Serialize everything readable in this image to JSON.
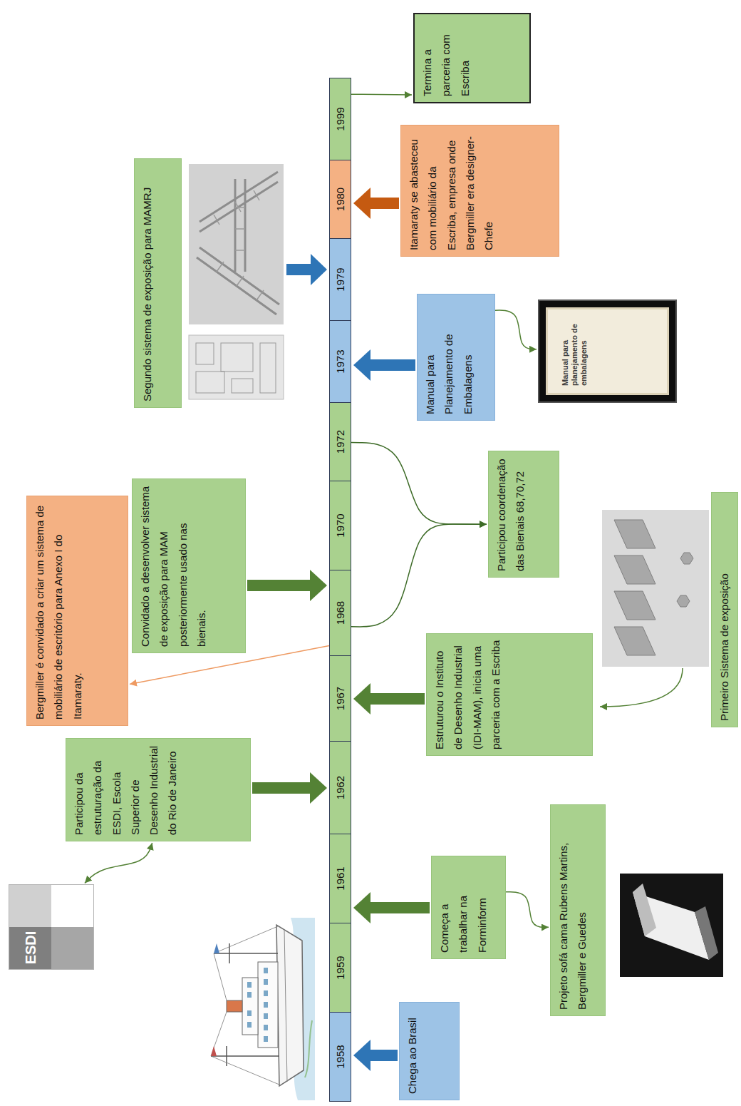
{
  "diagram": {
    "nodes": [
      {
        "text": [
          "1958"
        ]
      },
      {
        "text": [
          "1959"
        ]
      },
      {
        "text": [
          "1961"
        ]
      },
      {
        "text": [
          "1962"
        ]
      },
      {
        "text": [
          "1967"
        ]
      },
      {
        "text": [
          "1968"
        ]
      },
      {
        "text": [
          "1970"
        ]
      },
      {
        "text": [
          "1972"
        ]
      },
      {
        "text": [
          "1973"
        ]
      },
      {
        "text": [
          "1979"
        ]
      },
      {
        "text": [
          "1980"
        ]
      },
      {
        "text": [
          "1999"
        ]
      },
      {
        "text": [
          "Chega ao Brasil"
        ]
      },
      {
        "text": [
          "Começa a trabalhar na Forminform"
        ]
      },
      {
        "text": [
          "Projeto sofá cama Rubens Martins, Bergmiller e Guedes"
        ]
      },
      {
        "text": [
          "ESDI"
        ]
      },
      {
        "text": [
          "Participou da estruturação da ESDI, Escola Superior de Desenho Industrial do Rio de Janeiro"
        ]
      },
      {
        "text": [
          "Estruturou o Instituto de Desenho Industrial (IDI-MAM), inicia uma parceria com a Escriba"
        ]
      },
      {
        "text": [
          "Primeiro Sistema de exposição"
        ]
      },
      {
        "text": [
          "Bergmiller é convidado a criar um sistema de mobiliário de escritório para Anexo I do Itamaraty."
        ]
      },
      {
        "text": [
          "Convidado a desenvolver sistema de exposição para MAM posteriormente usado nas bienais."
        ]
      },
      {
        "text": [
          "Participou coordenação das Bienais 68,70,72"
        ]
      },
      {
        "text": [
          "Manual para Planejamento de Embalagens"
        ]
      },
      {
        "text": [
          "Manual para planejamento de embalagens"
        ]
      },
      {
        "text": [
          "Segundo sistema de exposição para MAMRJ"
        ]
      },
      {
        "text": [
          "Itamaraty se abasteceu com mobiliário da Escriba, empresa onde Bergmiller era designer-Chefe"
        ]
      },
      {
        "text": [
          "Termina a parceria com Escriba"
        ]
      }
    ],
    "edges": [
      {
        "from": 12,
        "to": 0,
        "arrow": "to"
      },
      {
        "from": 13,
        "to": 2,
        "arrow": "to"
      },
      {
        "from": 13,
        "to": 14,
        "arrow": "to"
      },
      {
        "from": 16,
        "to": 3,
        "arrow": "to"
      },
      {
        "from": 16,
        "to": 15,
        "arrow": "both"
      },
      {
        "from": 17,
        "to": 4,
        "arrow": "to"
      },
      {
        "from": 5,
        "to": 19,
        "arrow": "to"
      },
      {
        "from": 20,
        "to": 5,
        "arrow": "to"
      },
      {
        "from": 5,
        "to": 21,
        "arrow": "to"
      },
      {
        "from": 7,
        "to": 21,
        "arrow": "to"
      },
      {
        "from": 22,
        "to": 8,
        "arrow": "to"
      },
      {
        "from": 22,
        "to": 23,
        "arrow": "to"
      },
      {
        "from": 25,
        "to": 10,
        "arrow": "to"
      },
      {
        "from": 11,
        "to": 26,
        "arrow": "to"
      }
    ]
  }
}
